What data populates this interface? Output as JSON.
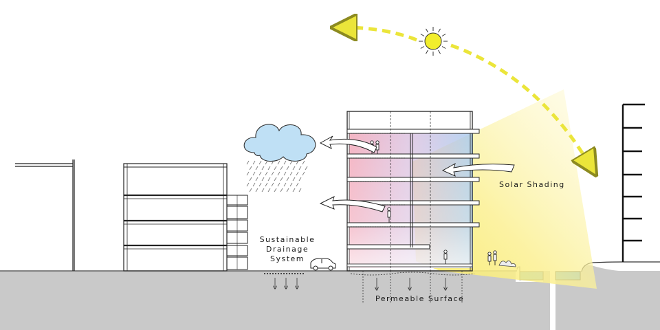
{
  "labels": {
    "drainage": [
      "Sustainable",
      "Drainage",
      "System"
    ],
    "solar_shading": "Solar Shading",
    "permeable_surface": "Permeable Surface"
  },
  "colors": {
    "ground": "#c9c9c9",
    "water": "#5aa8e6",
    "cloud": "#bfe0f5",
    "rain": "#8a8a8a",
    "sun": "#f2ee2c",
    "sun_path": "#ebe53a",
    "warm_zone": "#f2a7b8",
    "cool_zone": "#a9cdf0",
    "sunlight": "#fbf3a6",
    "ink": "#1a1a1a"
  }
}
